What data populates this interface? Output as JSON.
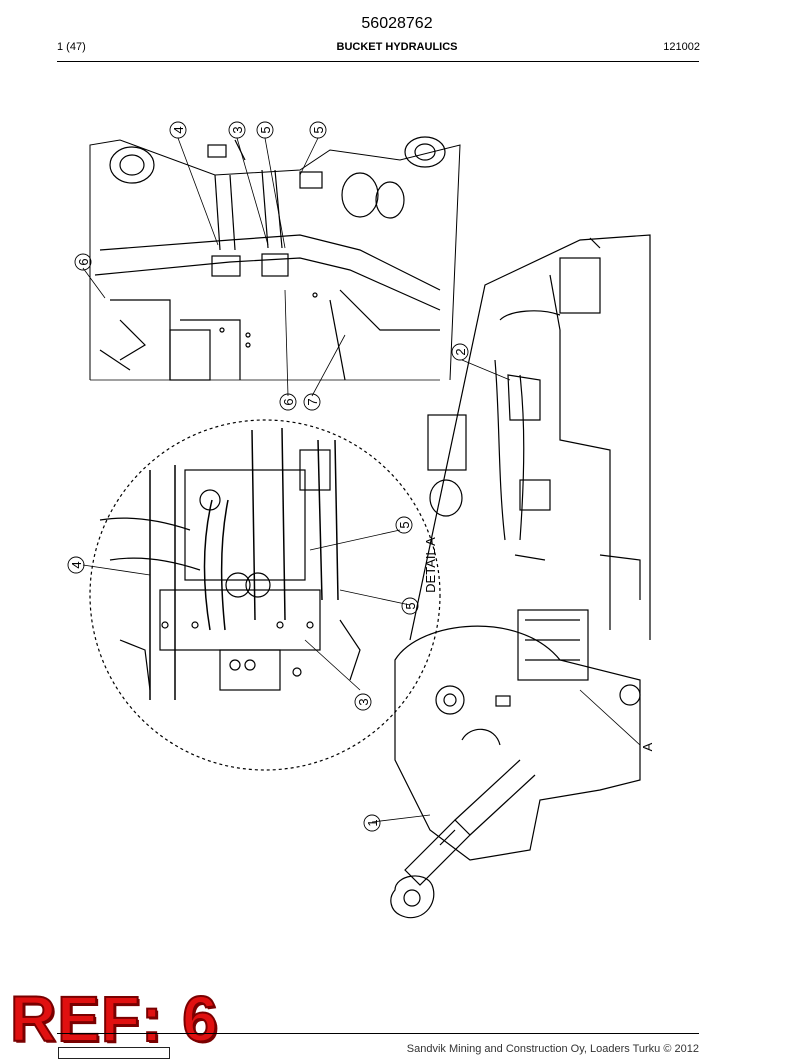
{
  "header": {
    "doc_number": "56028762",
    "page_count": "1 (47)",
    "title": "BUCKET HYDRAULICS",
    "revision_date": "121002"
  },
  "drawing": {
    "callouts": {
      "c4_top": "4",
      "c3_top": "3",
      "c5_top_a": "5",
      "c5_top_b": "5",
      "c6_left": "6",
      "c6_mid": "6",
      "c7_mid": "7",
      "c2": "2",
      "c4_detail": "4",
      "c5_detail_a": "5",
      "c5_detail_b": "5",
      "c3_detail": "3",
      "c1": "1"
    },
    "detail_label": "DETAIL A",
    "view_marker": "A"
  },
  "stamp": {
    "text": "REF: 6",
    "color": "#e01010"
  },
  "footer": {
    "copyright": "Sandvik Mining and Construction Oy, Loaders Turku © 2012"
  }
}
